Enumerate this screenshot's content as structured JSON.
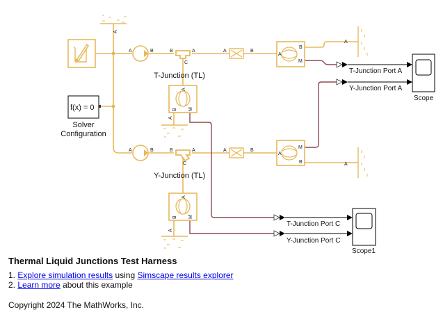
{
  "model": {
    "title": "Thermal Liquid Junctions Test Harness",
    "blocks": {
      "t_junction": "T-Junction (TL)",
      "y_junction": "Y-Junction (TL)",
      "solver": "f(x) = 0",
      "solver_label_1": "Solver",
      "solver_label_2": "Configuration",
      "scope": "Scope",
      "scope1": "Scope1"
    },
    "signals": {
      "t_port_a": "T-Junction Port A",
      "y_port_a": "Y-Junction Port A",
      "t_port_c": "T-Junction Port C",
      "y_port_c": "Y-Junction Port C"
    },
    "ports": {
      "a": "A",
      "b": "B",
      "c": "C",
      "m": "M"
    }
  },
  "notes": {
    "item1_num": "1.",
    "item1_link1": "Explore simulation results",
    "item1_mid": "using",
    "item1_link2": "Simscape results explorer",
    "item2_num": "2.",
    "item2_link": "Learn more",
    "item2_rest": "about this example",
    "copyright": "Copyright 2024 The MathWorks, Inc."
  },
  "colors": {
    "thermal_liquid": "#e8b85a",
    "physical_signal": "#8e4a52",
    "signal": "#000000",
    "link": "#0000ee"
  }
}
